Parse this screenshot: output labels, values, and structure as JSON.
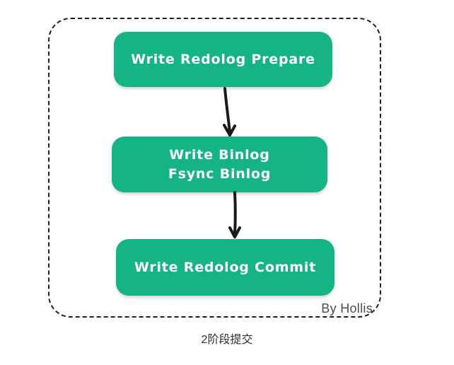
{
  "diagram": {
    "nodes": [
      {
        "lines": [
          "Write Redolog Prepare"
        ]
      },
      {
        "lines": [
          "Write Binlog",
          "Fsync Binlog"
        ]
      },
      {
        "lines": [
          "Write Redolog Commit"
        ]
      }
    ],
    "arrows": [
      {
        "from": "Write Redolog Prepare",
        "to": "Write Binlog / Fsync Binlog"
      },
      {
        "from": "Write Binlog / Fsync Binlog",
        "to": "Write Redolog Commit"
      }
    ],
    "credit": "By Hollis",
    "caption": "2阶段提交",
    "colors": {
      "node_fill": "#15b485",
      "node_text": "#ffffff",
      "arrow": "#1a1a1a",
      "frame_border": "#1f1f1f",
      "credit_text": "#4d4d4d",
      "caption_text": "#2f2f2f",
      "background": "#ffffff"
    }
  }
}
